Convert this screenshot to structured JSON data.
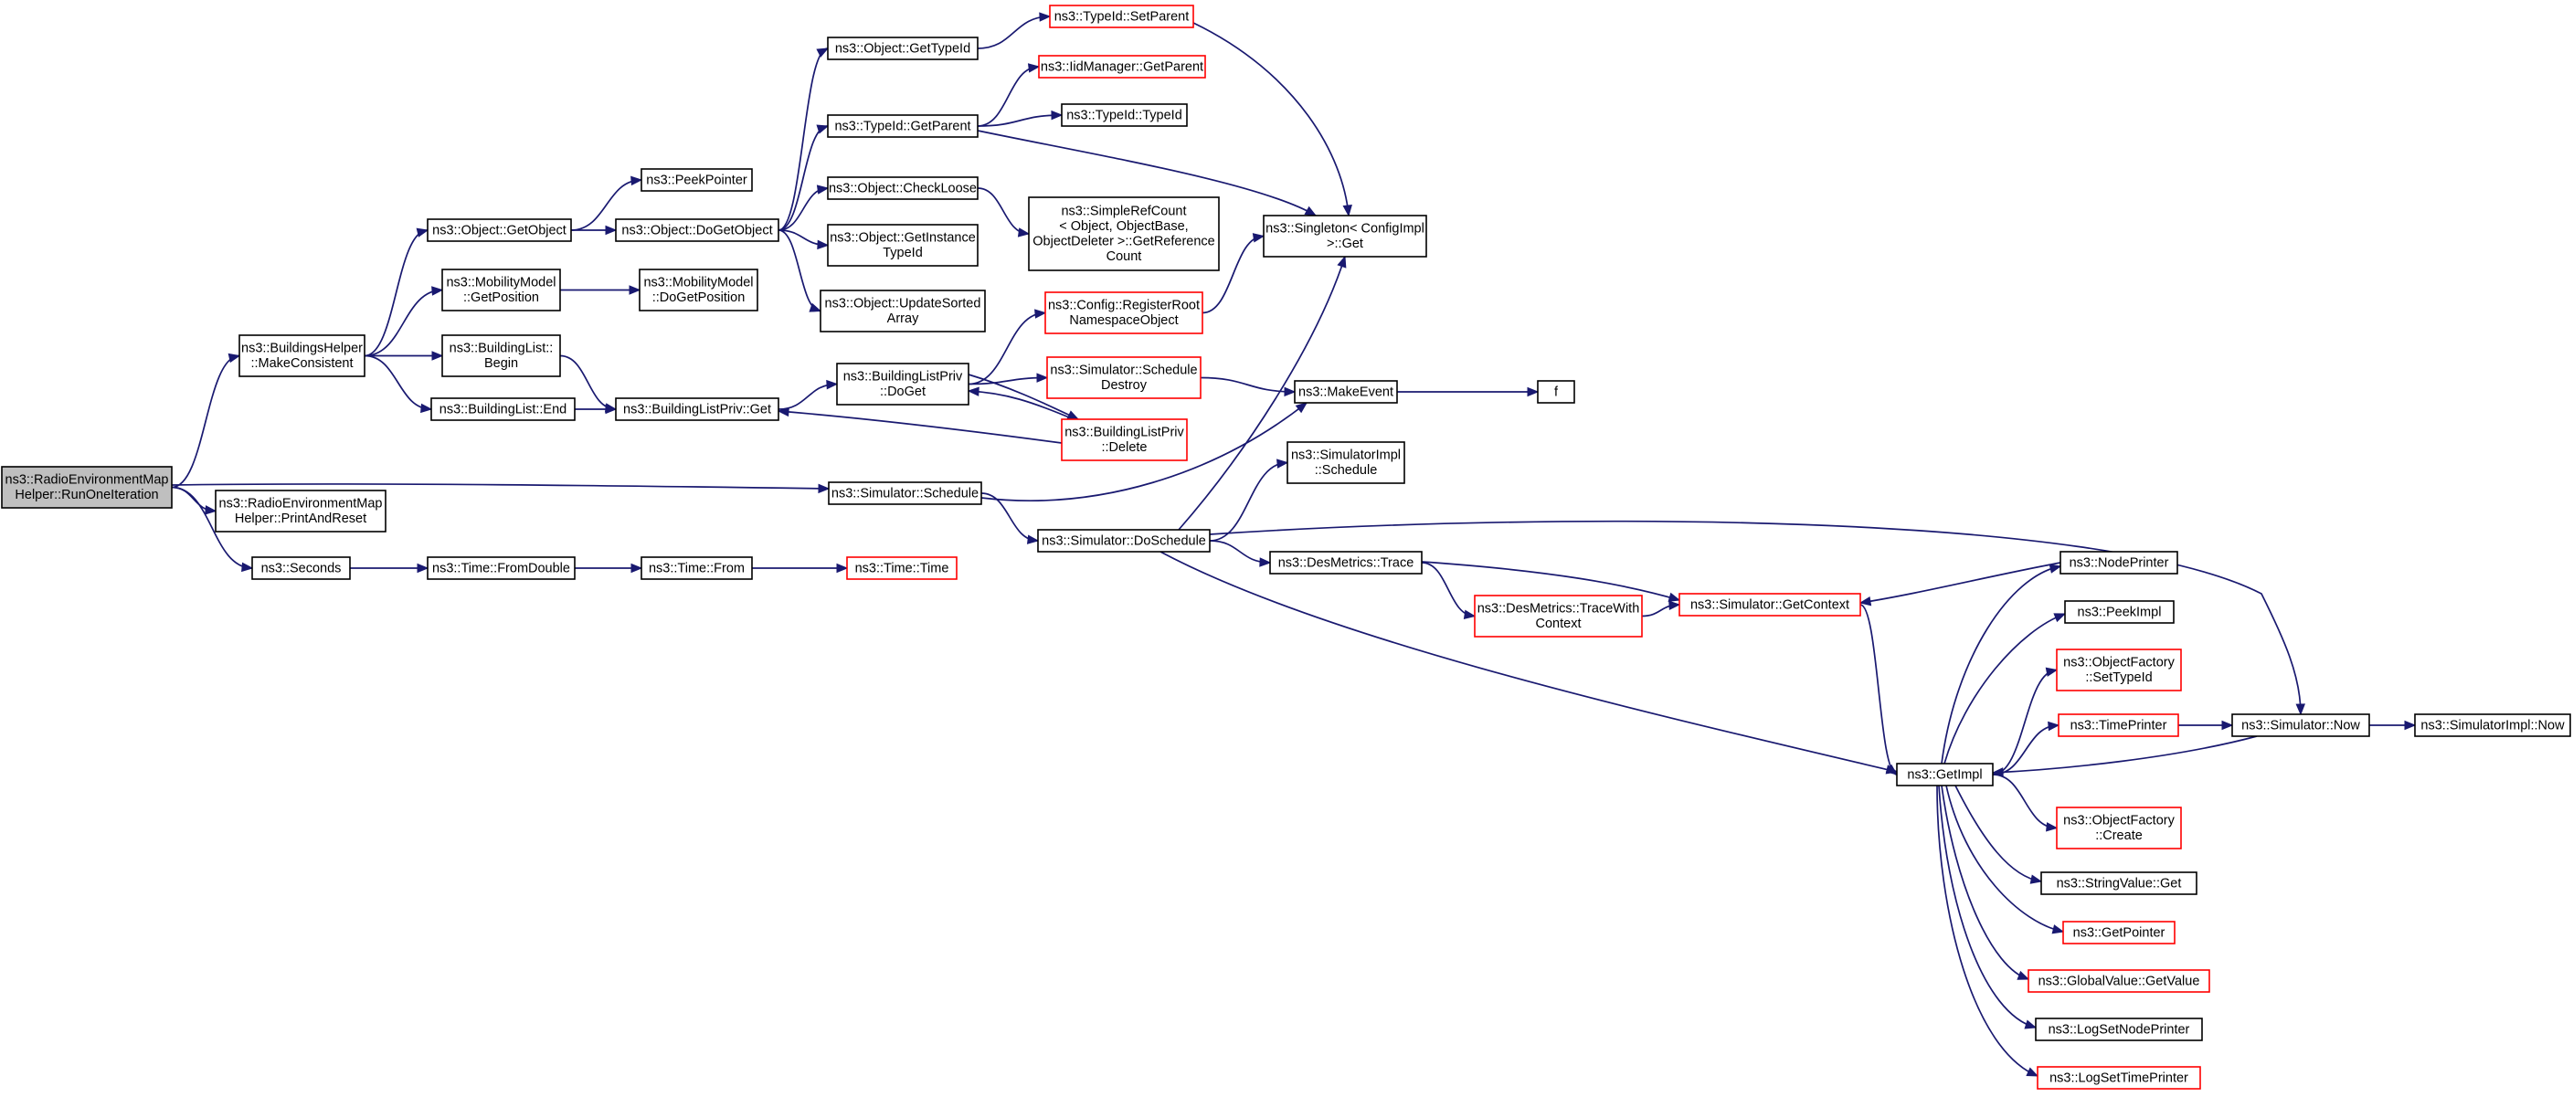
{
  "graph": {
    "nodes": [
      {
        "id": "root",
        "lines": [
          "ns3::RadioEnvironmentMap",
          "Helper::RunOneIteration"
        ],
        "style": "root"
      },
      {
        "id": "bh_mc",
        "lines": [
          "ns3::BuildingsHelper",
          "::MakeConsistent"
        ],
        "style": "normal"
      },
      {
        "id": "rem_par",
        "lines": [
          "ns3::RadioEnvironmentMap",
          "Helper::PrintAndReset"
        ],
        "style": "normal"
      },
      {
        "id": "seconds",
        "lines": [
          "ns3::Seconds"
        ],
        "style": "normal"
      },
      {
        "id": "sim_sched",
        "lines": [
          "ns3::Simulator::Schedule"
        ],
        "style": "normal"
      },
      {
        "id": "obj_getobj",
        "lines": [
          "ns3::Object::GetObject"
        ],
        "style": "normal"
      },
      {
        "id": "mm_getpos",
        "lines": [
          "ns3::MobilityModel",
          "::GetPosition"
        ],
        "style": "normal"
      },
      {
        "id": "bl_begin",
        "lines": [
          "ns3::BuildingList::",
          "Begin"
        ],
        "style": "normal"
      },
      {
        "id": "bl_end",
        "lines": [
          "ns3::BuildingList::End"
        ],
        "style": "normal"
      },
      {
        "id": "peekptr",
        "lines": [
          "ns3::PeekPointer"
        ],
        "style": "normal"
      },
      {
        "id": "obj_dogetobj",
        "lines": [
          "ns3::Object::DoGetObject"
        ],
        "style": "normal"
      },
      {
        "id": "mm_dogetpos",
        "lines": [
          "ns3::MobilityModel",
          "::DoGetPosition"
        ],
        "style": "normal"
      },
      {
        "id": "blp_get",
        "lines": [
          "ns3::BuildingListPriv::Get"
        ],
        "style": "normal"
      },
      {
        "id": "time_fromdouble",
        "lines": [
          "ns3::Time::FromDouble"
        ],
        "style": "normal"
      },
      {
        "id": "time_from",
        "lines": [
          "ns3::Time::From"
        ],
        "style": "normal"
      },
      {
        "id": "time_time",
        "lines": [
          "ns3::Time::Time"
        ],
        "style": "red"
      },
      {
        "id": "obj_gettypeid",
        "lines": [
          "ns3::Object::GetTypeId"
        ],
        "style": "normal"
      },
      {
        "id": "tid_getparent",
        "lines": [
          "ns3::TypeId::GetParent"
        ],
        "style": "normal"
      },
      {
        "id": "obj_checkloose",
        "lines": [
          "ns3::Object::CheckLoose"
        ],
        "style": "normal"
      },
      {
        "id": "obj_getinsttid",
        "lines": [
          "ns3::Object::GetInstance",
          "TypeId"
        ],
        "style": "normal"
      },
      {
        "id": "obj_updsorted",
        "lines": [
          "ns3::Object::UpdateSorted",
          "Array"
        ],
        "style": "normal"
      },
      {
        "id": "blp_doget",
        "lines": [
          "ns3::BuildingListPriv",
          "::DoGet"
        ],
        "style": "normal"
      },
      {
        "id": "sim_doschedule",
        "lines": [
          "ns3::Simulator::DoSchedule"
        ],
        "style": "normal"
      },
      {
        "id": "tid_setparent",
        "lines": [
          "ns3::TypeId::SetParent"
        ],
        "style": "red"
      },
      {
        "id": "iidm_getparent",
        "lines": [
          "ns3::IidManager::GetParent"
        ],
        "style": "red"
      },
      {
        "id": "tid_typeid",
        "lines": [
          "ns3::TypeId::TypeId"
        ],
        "style": "normal"
      },
      {
        "id": "srefcount",
        "lines": [
          "ns3::SimpleRefCount",
          "< Object, ObjectBase,",
          "ObjectDeleter >::GetReference",
          "Count"
        ],
        "style": "normal"
      },
      {
        "id": "cfg_regroot",
        "lines": [
          "ns3::Config::RegisterRoot",
          "NamespaceObject"
        ],
        "style": "red"
      },
      {
        "id": "sim_schedDestroy",
        "lines": [
          "ns3::Simulator::Schedule",
          "Destroy"
        ],
        "style": "red"
      },
      {
        "id": "blp_delete",
        "lines": [
          "ns3::BuildingListPriv",
          "::Delete"
        ],
        "style": "red"
      },
      {
        "id": "singleton_get",
        "lines": [
          "ns3::Singleton< ConfigImpl",
          " >::Get"
        ],
        "style": "normal"
      },
      {
        "id": "makeevent",
        "lines": [
          "ns3::MakeEvent"
        ],
        "style": "normal"
      },
      {
        "id": "f",
        "lines": [
          "f"
        ],
        "style": "normal"
      },
      {
        "id": "simimpl_sched",
        "lines": [
          "ns3::SimulatorImpl",
          "::Schedule"
        ],
        "style": "normal"
      },
      {
        "id": "desm_trace",
        "lines": [
          "ns3::DesMetrics::Trace"
        ],
        "style": "normal"
      },
      {
        "id": "desm_tracectx",
        "lines": [
          "ns3::DesMetrics::TraceWith",
          "Context"
        ],
        "style": "red"
      },
      {
        "id": "sim_getctx",
        "lines": [
          "ns3::Simulator::GetContext"
        ],
        "style": "red"
      },
      {
        "id": "getimpl",
        "lines": [
          "ns3::GetImpl"
        ],
        "style": "normal"
      },
      {
        "id": "nodeprinter",
        "lines": [
          "ns3::NodePrinter"
        ],
        "style": "normal"
      },
      {
        "id": "peekimpl",
        "lines": [
          "ns3::PeekImpl"
        ],
        "style": "normal"
      },
      {
        "id": "of_settid",
        "lines": [
          "ns3::ObjectFactory",
          "::SetTypeId"
        ],
        "style": "red"
      },
      {
        "id": "timeprinter",
        "lines": [
          "ns3::TimePrinter"
        ],
        "style": "red"
      },
      {
        "id": "sim_now",
        "lines": [
          "ns3::Simulator::Now"
        ],
        "style": "normal"
      },
      {
        "id": "simimpl_now",
        "lines": [
          "ns3::SimulatorImpl::Now"
        ],
        "style": "normal"
      },
      {
        "id": "of_create",
        "lines": [
          "ns3::ObjectFactory",
          "::Create"
        ],
        "style": "red"
      },
      {
        "id": "sv_get",
        "lines": [
          "ns3::StringValue::Get"
        ],
        "style": "normal"
      },
      {
        "id": "getpointer",
        "lines": [
          "ns3::GetPointer"
        ],
        "style": "red"
      },
      {
        "id": "gv_getvalue",
        "lines": [
          "ns3::GlobalValue::GetValue"
        ],
        "style": "red"
      },
      {
        "id": "logsetnode",
        "lines": [
          "ns3::LogSetNodePrinter"
        ],
        "style": "normal"
      },
      {
        "id": "logsettime",
        "lines": [
          "ns3::LogSetTimePrinter"
        ],
        "style": "red"
      }
    ],
    "edges": [
      [
        "root",
        "bh_mc"
      ],
      [
        "root",
        "rem_par"
      ],
      [
        "root",
        "seconds"
      ],
      [
        "root",
        "sim_sched"
      ],
      [
        "bh_mc",
        "obj_getobj"
      ],
      [
        "bh_mc",
        "mm_getpos"
      ],
      [
        "bh_mc",
        "bl_begin"
      ],
      [
        "bh_mc",
        "bl_end"
      ],
      [
        "obj_getobj",
        "peekptr"
      ],
      [
        "obj_getobj",
        "obj_dogetobj"
      ],
      [
        "mm_getpos",
        "mm_dogetpos"
      ],
      [
        "bl_begin",
        "blp_get"
      ],
      [
        "bl_end",
        "blp_get"
      ],
      [
        "seconds",
        "time_fromdouble"
      ],
      [
        "time_fromdouble",
        "time_from"
      ],
      [
        "time_from",
        "time_time"
      ],
      [
        "obj_dogetobj",
        "obj_gettypeid"
      ],
      [
        "obj_dogetobj",
        "tid_getparent"
      ],
      [
        "obj_dogetobj",
        "obj_checkloose"
      ],
      [
        "obj_dogetobj",
        "obj_getinsttid"
      ],
      [
        "obj_dogetobj",
        "obj_updsorted"
      ],
      [
        "obj_gettypeid",
        "tid_setparent"
      ],
      [
        "tid_getparent",
        "iidm_getparent"
      ],
      [
        "tid_getparent",
        "tid_typeid"
      ],
      [
        "tid_getparent",
        "singleton_get"
      ],
      [
        "obj_checkloose",
        "srefcount"
      ],
      [
        "tid_setparent",
        "singleton_get"
      ],
      [
        "blp_get",
        "blp_doget"
      ],
      [
        "blp_doget",
        "cfg_regroot"
      ],
      [
        "blp_doget",
        "sim_schedDestroy"
      ],
      [
        "blp_doget",
        "blp_delete"
      ],
      [
        "blp_delete",
        "blp_doget"
      ],
      [
        "blp_delete",
        "blp_get"
      ],
      [
        "cfg_regroot",
        "singleton_get"
      ],
      [
        "sim_schedDestroy",
        "makeevent"
      ],
      [
        "makeevent",
        "f"
      ],
      [
        "sim_sched",
        "makeevent"
      ],
      [
        "sim_sched",
        "sim_doschedule"
      ],
      [
        "sim_doschedule",
        "singleton_get"
      ],
      [
        "sim_doschedule",
        "simimpl_sched"
      ],
      [
        "sim_doschedule",
        "desm_trace"
      ],
      [
        "sim_doschedule",
        "sim_now"
      ],
      [
        "sim_doschedule",
        "getimpl"
      ],
      [
        "desm_trace",
        "desm_tracectx"
      ],
      [
        "desm_trace",
        "sim_getctx"
      ],
      [
        "desm_tracectx",
        "sim_getctx"
      ],
      [
        "sim_getctx",
        "getimpl"
      ],
      [
        "nodeprinter",
        "sim_getctx"
      ],
      [
        "getimpl",
        "nodeprinter"
      ],
      [
        "getimpl",
        "peekimpl"
      ],
      [
        "getimpl",
        "of_settid"
      ],
      [
        "getimpl",
        "timeprinter"
      ],
      [
        "getimpl",
        "of_create"
      ],
      [
        "getimpl",
        "sv_get"
      ],
      [
        "getimpl",
        "getpointer"
      ],
      [
        "getimpl",
        "gv_getvalue"
      ],
      [
        "getimpl",
        "logsetnode"
      ],
      [
        "getimpl",
        "logsettime"
      ],
      [
        "timeprinter",
        "sim_now"
      ],
      [
        "sim_now",
        "getimpl"
      ],
      [
        "sim_now",
        "simimpl_now"
      ]
    ]
  },
  "colors": {
    "edge": "#191970",
    "node_border": "#000000",
    "node_border_undocumented": "#ff0000",
    "root_fill": "#bfbfbf",
    "node_fill": "#ffffff"
  }
}
